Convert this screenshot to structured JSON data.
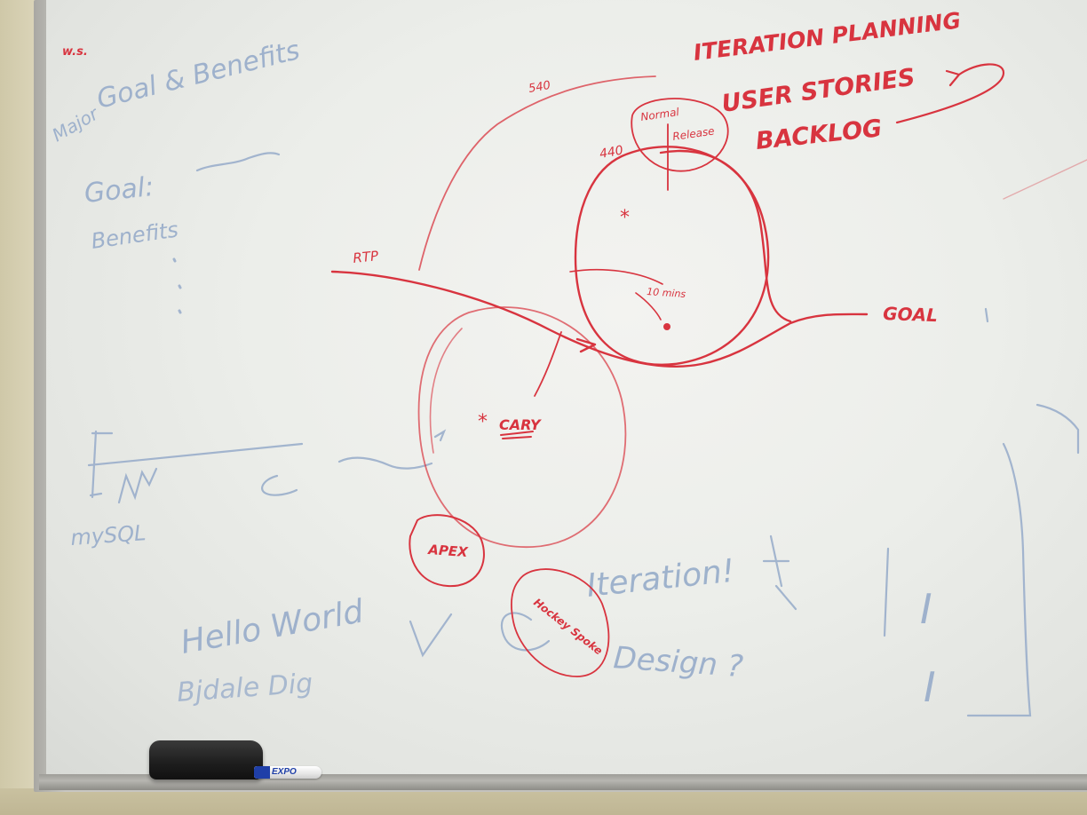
{
  "colors": {
    "red_marker": "#d8343f",
    "blue_marker_faded": "#9aaecb",
    "board": "#eceeea"
  },
  "red_writing": {
    "ws": "w.s.",
    "iteration_planning": "ITERATION PLANNING",
    "user_stories": "USER STORIES",
    "backlog": "BACKLOG",
    "n540": "540",
    "n440": "440",
    "normal": "Normal",
    "release": "Release",
    "rtp": "RTP",
    "goal": "GOAL",
    "ten_mins": "10 mins",
    "carry": "CARY",
    "apex": "APEX",
    "hockey_spoke": "Hockey Spoke"
  },
  "blue_writing": {
    "major": "Major",
    "goal_benefits": "Goal & Benefits",
    "goal": "Goal:",
    "benefits": "Benefits",
    "mysql": "mySQL",
    "hello_world": "Hello World",
    "iteration": "Iteration!",
    "design": "Design ?",
    "roman_one_a": "I",
    "roman_one_b": "I"
  },
  "objects": {
    "marker_brand": "EXPO"
  }
}
